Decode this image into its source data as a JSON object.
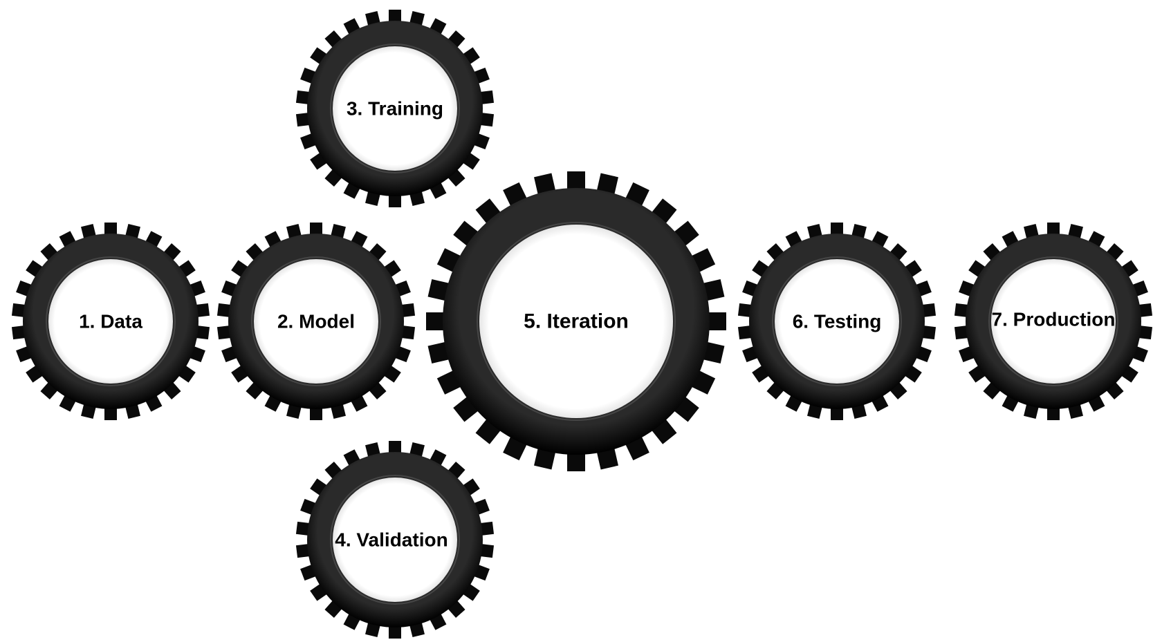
{
  "gears": [
    {
      "id": "data",
      "label": "1. Data",
      "size": "small"
    },
    {
      "id": "model",
      "label": "2. Model",
      "size": "small"
    },
    {
      "id": "training",
      "label": "3. Training",
      "size": "small"
    },
    {
      "id": "validation",
      "label": "4. Validation",
      "size": "small"
    },
    {
      "id": "iteration",
      "label": "5. Iteration",
      "size": "large"
    },
    {
      "id": "testing",
      "label": "6. Testing",
      "size": "small"
    },
    {
      "id": "production",
      "label": "7. Production",
      "size": "small"
    }
  ],
  "colors": {
    "gear": "#0a0a0a",
    "gear_highlight": "#5a5a5a",
    "center": "#ffffff",
    "text": "#000000",
    "background": "#ffffff"
  }
}
